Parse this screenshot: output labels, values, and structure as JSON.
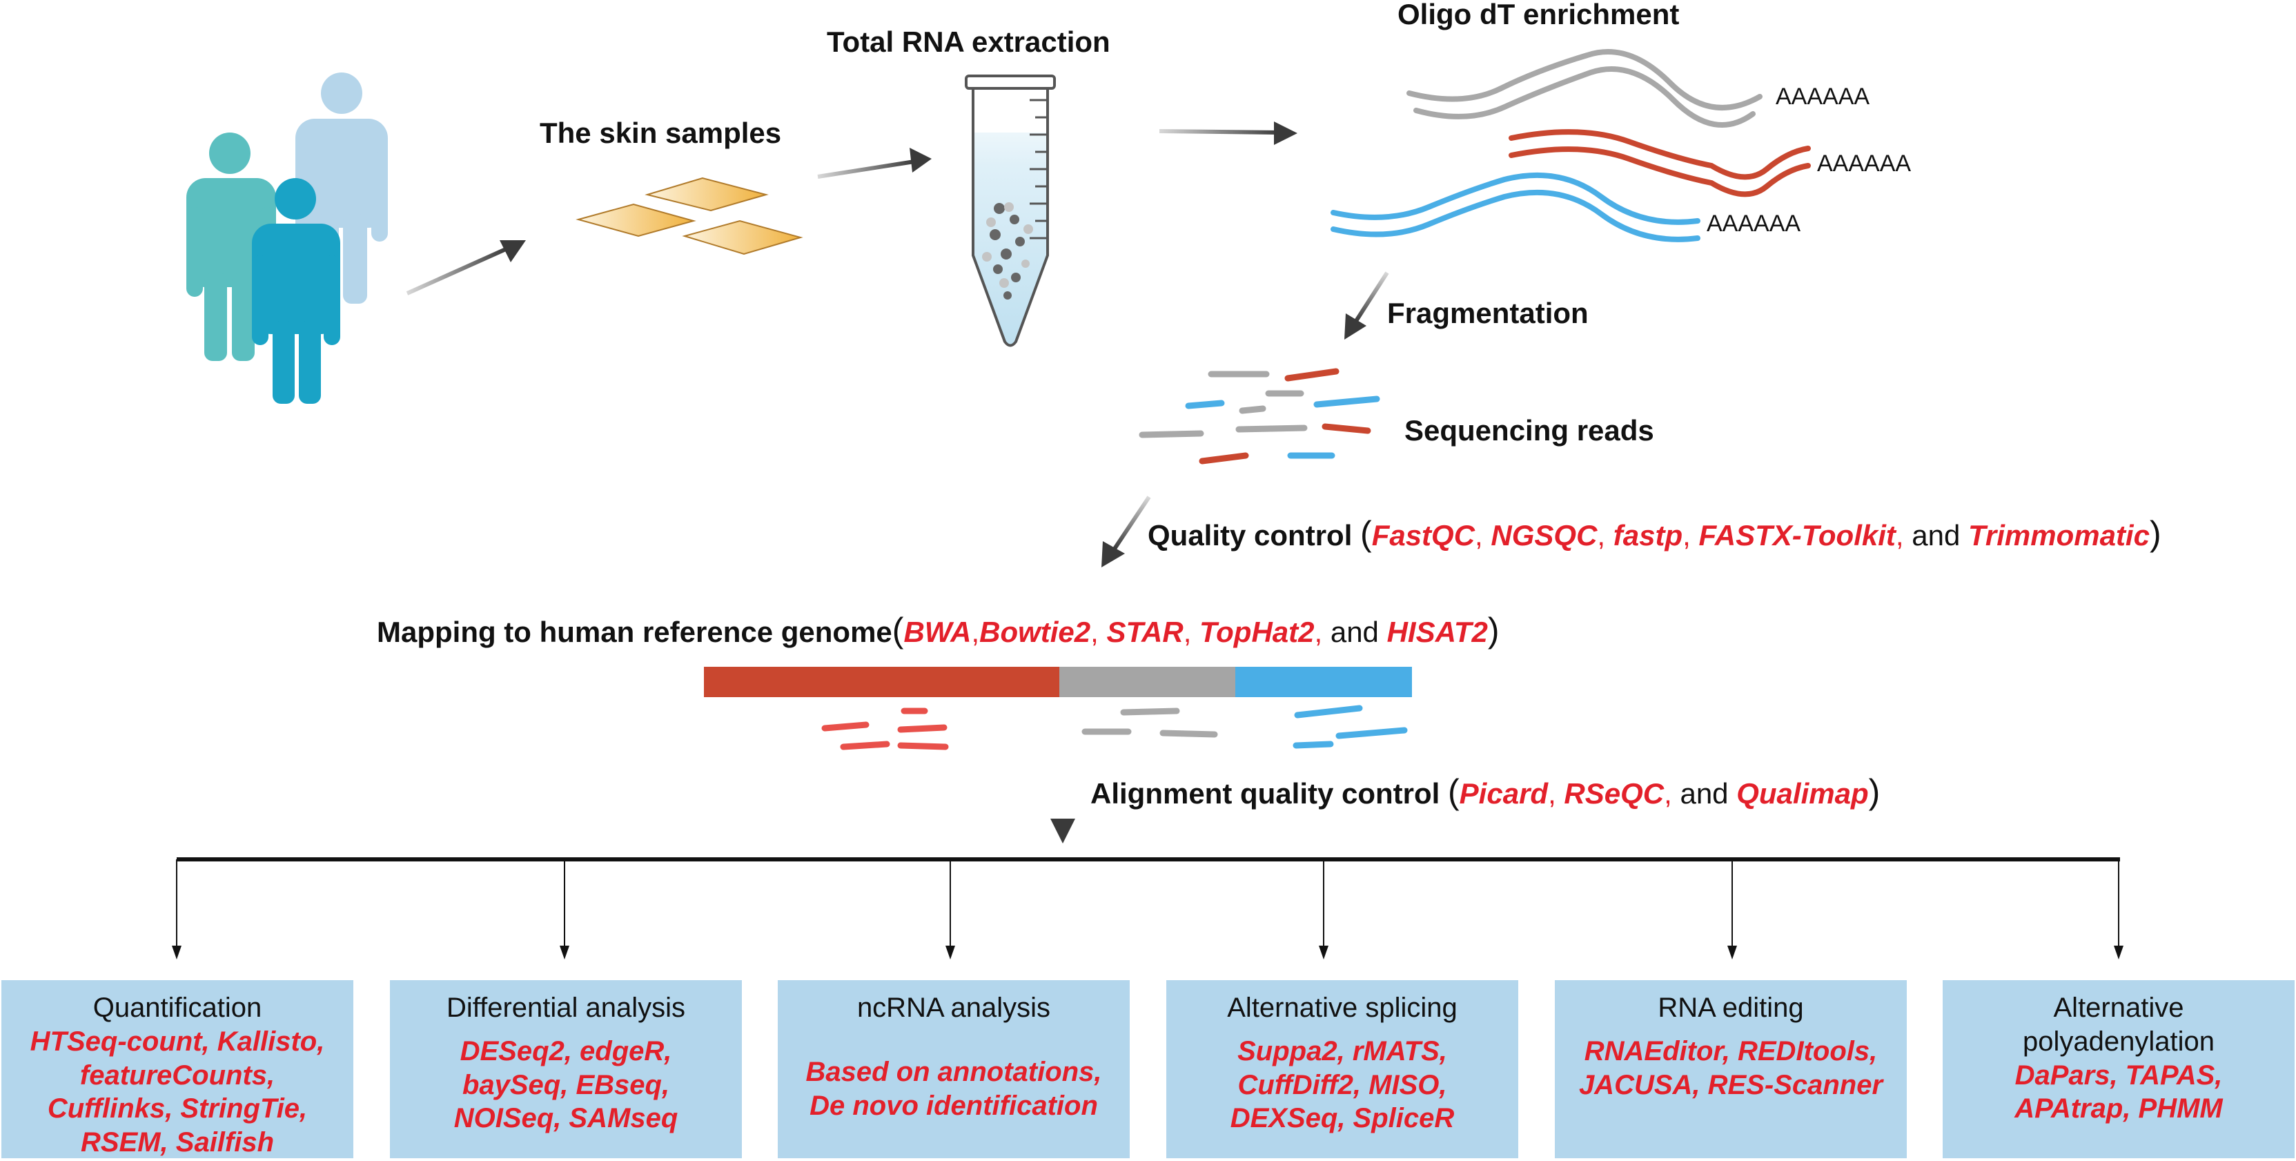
{
  "steps": {
    "skin_samples": "The skin samples",
    "total_rna": "Total RNA extraction",
    "oligo_dt": "Oligo dT enrichment",
    "polya": [
      "AAAAAA",
      "AAAAAA",
      "AAAAAA"
    ],
    "fragmentation": "Fragmentation",
    "sequencing_reads": "Sequencing reads"
  },
  "quality_control": {
    "label": "Quality control",
    "tools": [
      "FastQC",
      "NGSQC",
      "fastp",
      "FASTX-Toolkit",
      "Trimmomatic"
    ],
    "and": "and"
  },
  "mapping": {
    "label": "Mapping to human reference genome",
    "tools": [
      "BWA",
      "Bowtie2",
      "STAR",
      "TopHat2",
      "HISAT2"
    ],
    "and": "and"
  },
  "alignment_qc": {
    "label": "Alignment quality control",
    "tools": [
      "Picard",
      "RSeQC",
      "Qualimap"
    ],
    "and": "and"
  },
  "analyses": [
    {
      "title": [
        "Quantification"
      ],
      "tools": [
        "HTSeq-count, Kallisto,",
        "featureCounts,",
        "Cufflinks, StringTie,",
        "RSEM, Sailfish"
      ]
    },
    {
      "title": [
        "Differential analysis"
      ],
      "tools": [
        "DESeq2, edgeR,",
        "baySeq, EBseq,",
        "NOISeq, SAMseq"
      ]
    },
    {
      "title": [
        "ncRNA analysis"
      ],
      "tools": [
        "Based on annotations,",
        "De novo identification"
      ]
    },
    {
      "title": [
        "Alternative splicing"
      ],
      "tools": [
        "Suppa2, rMATS,",
        "CuffDiff2, MISO,",
        "DEXSeq, SpliceR"
      ]
    },
    {
      "title": [
        "RNA editing"
      ],
      "tools": [
        "RNAEditor, REDItools,",
        "JACUSA, RES-Scanner"
      ]
    },
    {
      "title": [
        "Alternative",
        "polyadenylation"
      ],
      "tools": [
        "DaPars, TAPAS,",
        "APAtrap, PHMM"
      ]
    }
  ],
  "colors": {
    "red_tool_text": "#e3202a",
    "genome_red": "#c9472f",
    "genome_gray": "#a5a5a5",
    "genome_blue": "#4aaee6",
    "box_fill": "#b3d6ec",
    "person_front": "#1aa3c6",
    "person_back": "#b5d5ea",
    "person_left": "#5bbfc0"
  }
}
